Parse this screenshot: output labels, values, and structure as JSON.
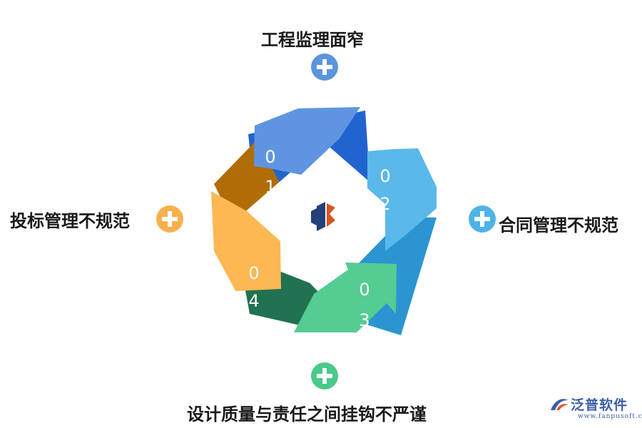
{
  "labels": {
    "top": "工程监理面窄",
    "left": "投标管理不规范",
    "right": "合同管理不规范",
    "bottom": "设计质量与责任之间挂钩不严谨"
  },
  "numbers": {
    "n1_top": "0",
    "n1_bottom": "1",
    "n2_top": "0",
    "n2_bottom": "2",
    "n3_top": "0",
    "n3_bottom": "3",
    "n4_top": "0",
    "n4_bottom": "4"
  },
  "brand": {
    "name": "泛普软件",
    "url": "www.fanpusoft.com"
  },
  "colors": {
    "blue_light": "#5f95e0",
    "blue_dark": "#2264cf",
    "sky_light": "#5ab8ea",
    "sky_dark": "#2b95d2",
    "green_light": "#54cc92",
    "green_dark": "#217250",
    "orange_light": "#fbb853",
    "orange_dark": "#b06d05",
    "plus_blue": "#5b95dc",
    "plus_sky": "#4eb3e6",
    "plus_orange": "#f8b04e",
    "plus_green": "#49c98a"
  }
}
